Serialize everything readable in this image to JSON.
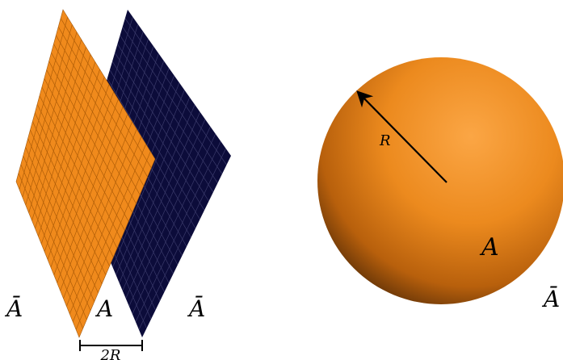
{
  "labels": {
    "left_outside": "Ā",
    "left_between": "A",
    "left_right": "Ā",
    "separation": "2R",
    "sphere_radius": "R",
    "sphere_inside": "A",
    "sphere_outside": "Ā"
  },
  "colors": {
    "orange_plane": "#f08a1c",
    "orange_grid": "#b05e08",
    "navy_plane": "#0c0c3a",
    "navy_grid": "#3a3a6a",
    "sphere_light": "#f9a440",
    "sphere_mid": "#e8821a",
    "sphere_dark": "#3a2008"
  }
}
